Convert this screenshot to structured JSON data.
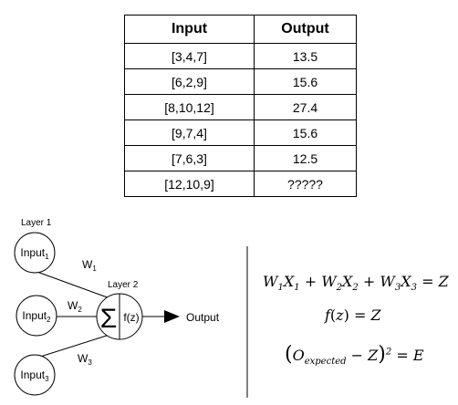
{
  "table": {
    "headers": [
      "Input",
      "Output"
    ],
    "rows": [
      [
        "[3,4,7]",
        "13.5"
      ],
      [
        "[6,2,9]",
        "15.6"
      ],
      [
        "[8,10,12]",
        "27.4"
      ],
      [
        "[9,7,4]",
        "15.6"
      ],
      [
        "[7,6,3]",
        "12.5"
      ],
      [
        "[12,10,9]",
        "?????"
      ]
    ]
  },
  "network": {
    "layer1_label": "Layer 1",
    "layer2_label": "Layer 2",
    "inputs": [
      {
        "base": "Input",
        "sub": "1"
      },
      {
        "base": "Input",
        "sub": "2"
      },
      {
        "base": "Input",
        "sub": "3"
      }
    ],
    "weights": [
      {
        "base": "W",
        "sub": "1"
      },
      {
        "base": "W",
        "sub": "2"
      },
      {
        "base": "W",
        "sub": "3"
      }
    ],
    "sum_symbol": "Σ",
    "activation": "f(z)",
    "output_label": "Output"
  },
  "equations": {
    "line1": {
      "terms": [
        {
          "w": "W",
          "wi": "1",
          "x": "X",
          "xi": "1"
        },
        {
          "w": "W",
          "wi": "2",
          "x": "X",
          "xi": "2"
        },
        {
          "w": "W",
          "wi": "3",
          "x": "X",
          "xi": "3"
        }
      ],
      "plus": "+",
      "equals": "=",
      "rhs": "Z"
    },
    "line2": {
      "fn": "f",
      "arg": "z",
      "equals": "=",
      "rhs": "Z"
    },
    "line3": {
      "o": "O",
      "o_sub": "expected",
      "minus": "−",
      "z": "Z",
      "power": "2",
      "equals": "=",
      "rhs": "E"
    }
  }
}
